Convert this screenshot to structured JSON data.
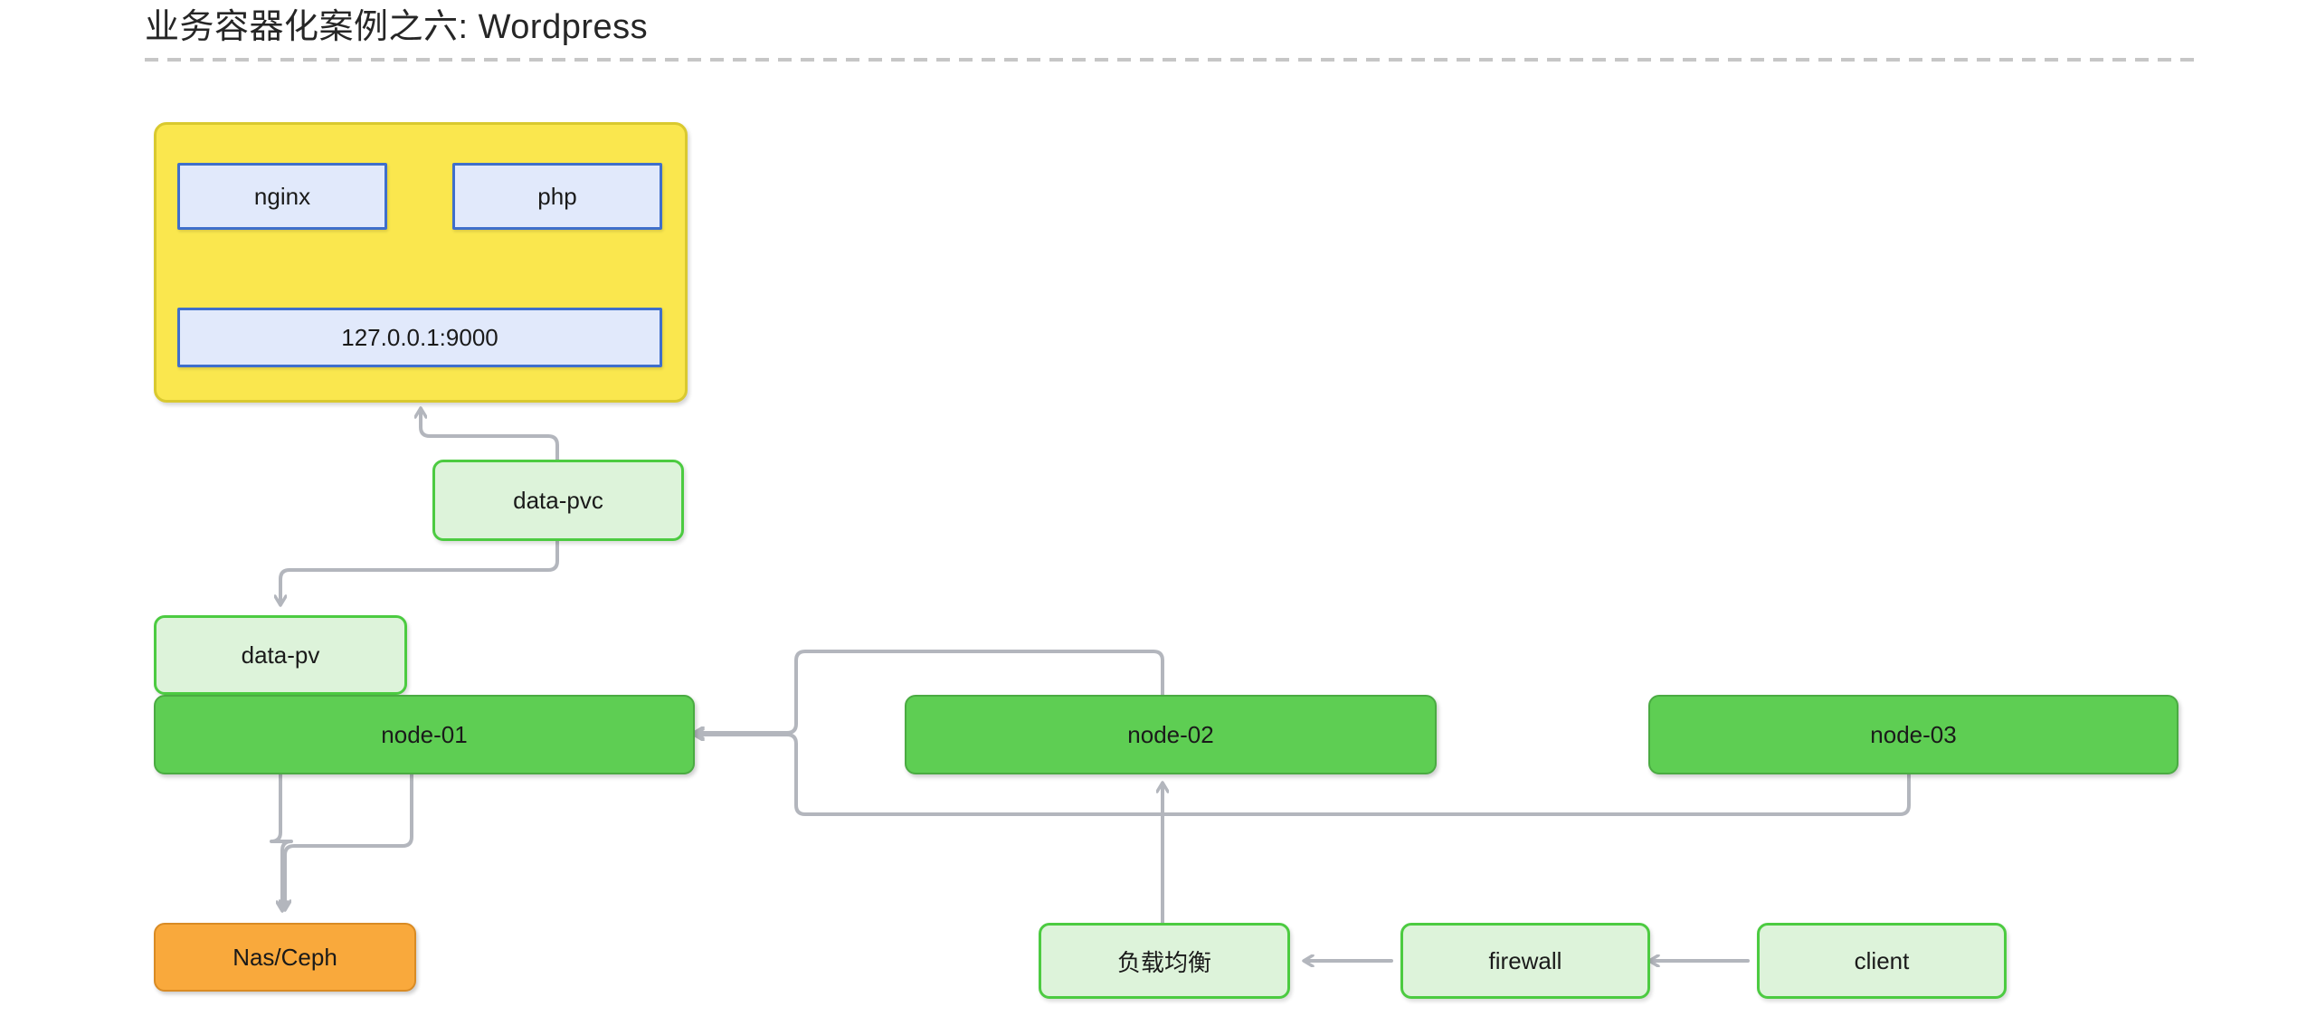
{
  "page": {
    "title": "业务容器化案例之六: Wordpress",
    "background_color": "#ffffff",
    "title_color": "#262626",
    "rule_color": "#c6c6c6"
  },
  "colors": {
    "pod_fill": "#fae74e",
    "pod_border": "#d9c92f",
    "service_fill": "#e1e9fb",
    "service_border": "#3f6fcb",
    "pale_green_fill": "#ddf3da",
    "pale_green_border": "#4ccb41",
    "node_fill": "#5ece53",
    "node_border": "#4aab42",
    "storage_fill": "#f9a93c",
    "storage_border": "#d98b24",
    "connector": "#b3b6bd"
  },
  "diagram": {
    "pod": {
      "label": "",
      "services": [
        {
          "label": "nginx"
        },
        {
          "label": "php"
        }
      ],
      "socket": {
        "label": "127.0.0.1:9000"
      }
    },
    "volumes": [
      {
        "label": "data-pvc"
      },
      {
        "label": "data-pv"
      }
    ],
    "nodes": [
      {
        "label": "node-01"
      },
      {
        "label": "node-02"
      },
      {
        "label": "node-03"
      }
    ],
    "storage": {
      "label": "Nas/Ceph"
    },
    "ingress": [
      {
        "label": "负载均衡"
      },
      {
        "label": "firewall"
      },
      {
        "label": "client"
      }
    ],
    "connections": [
      {
        "from": "data-pvc",
        "to": "pod",
        "arrow": true
      },
      {
        "from": "data-pvc",
        "to": "data-pv",
        "arrow": true
      },
      {
        "from": "node-01",
        "to": "Nas/Ceph",
        "arrow": true
      },
      {
        "from": "node-02",
        "to": "node-01",
        "arrow": true
      },
      {
        "from": "node-03",
        "to": "node-01",
        "arrow": true
      },
      {
        "from": "负载均衡",
        "to": "node-02",
        "arrow": true
      },
      {
        "from": "firewall",
        "to": "负载均衡",
        "arrow": true
      },
      {
        "from": "client",
        "to": "firewall",
        "arrow": true
      }
    ]
  }
}
